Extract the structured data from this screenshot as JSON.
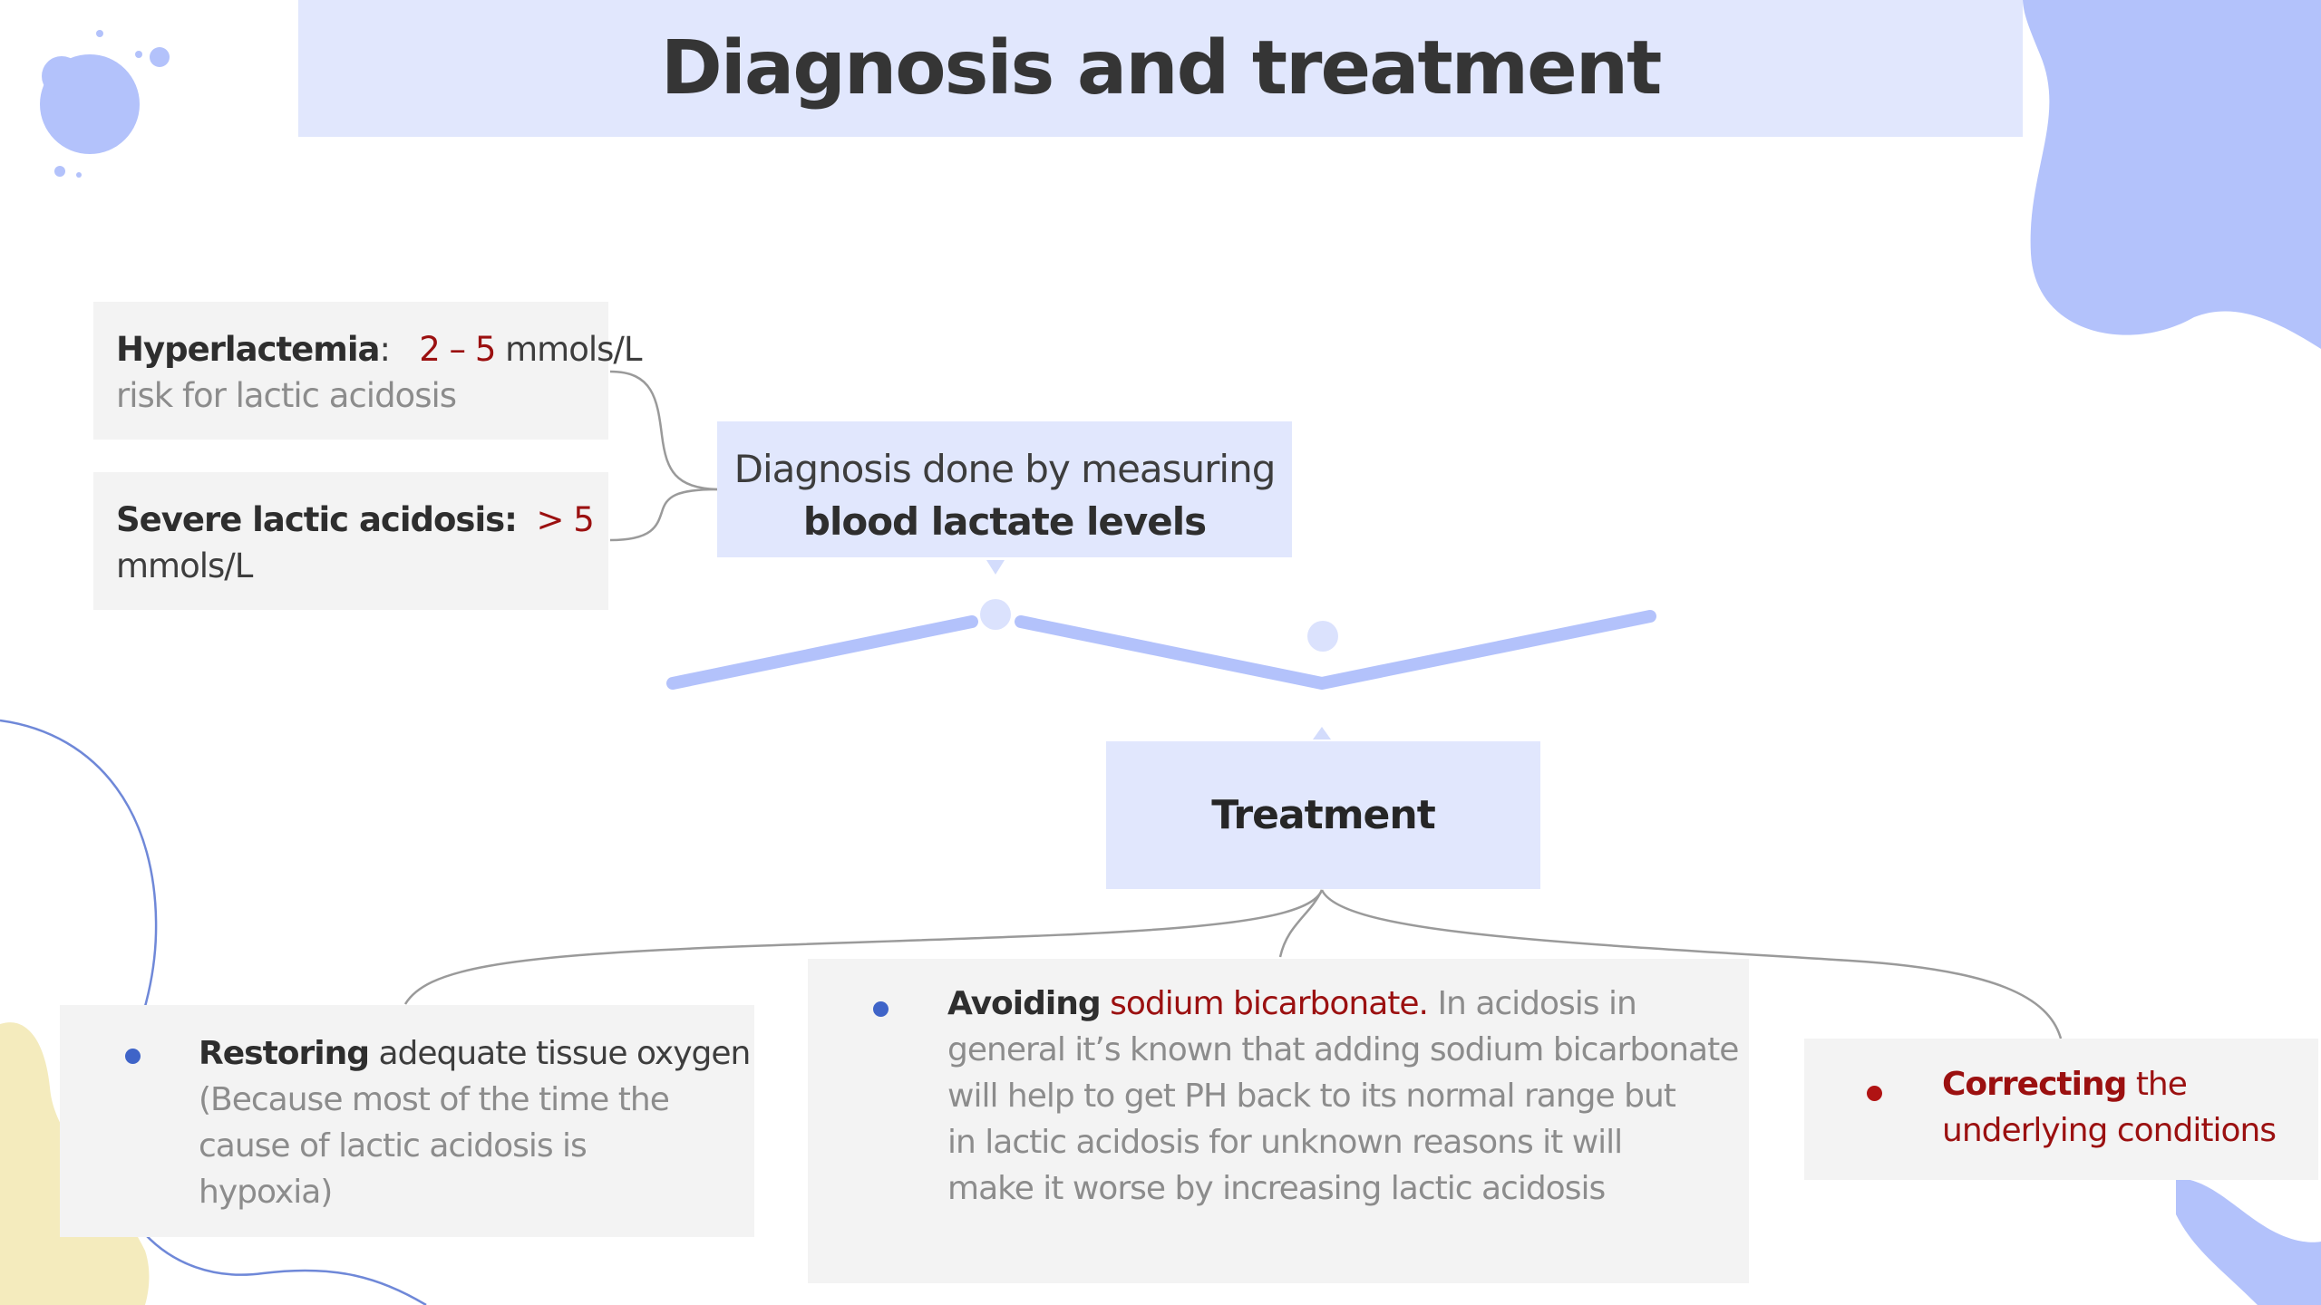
{
  "slide": {
    "title": "Diagnosis and treatment"
  },
  "hyperlactemia": {
    "label": "Hyperlactemia",
    "sep": ":",
    "range": "2 – 5",
    "unit": " mmols/L",
    "note": "risk for lactic acidosis"
  },
  "severe": {
    "label": "Severe lactic acidosis:",
    "value": "> 5",
    "unit": "mmols/L"
  },
  "diagnosis": {
    "line1": "Diagnosis done by measuring",
    "line2": "blood lactate levels"
  },
  "treatment": {
    "heading": "Treatment",
    "items": [
      {
        "bold": "Restoring",
        "rest": " adequate tissue oxygen",
        "lines": [
          "(Because  most  of  the  time the",
          "cause  of  lactic  acidosis  is",
          "hypoxia)"
        ]
      },
      {
        "bold": "Avoiding",
        "highlight": " sodium bicarbonate.",
        "rest": " In  acidosis  in",
        "lines": [
          "general  it’s known  that  adding  sodium bicarbonate",
          "will  help  to  get PH  back  to  its  normal  range but",
          "in  lactic  acidosis  for unknown  reasons  it  will",
          "make it  worse  by  increasing  lactic acidosis"
        ]
      },
      {
        "bold": "Correcting",
        "rest": " the",
        "line2": "underlying conditions"
      }
    ]
  },
  "colors": {
    "accent_blue": "#e1e7fd",
    "deco_blue": "#b3c2fb",
    "highlight_red": "#9b1010",
    "bullet_blue": "#3f64c8"
  }
}
